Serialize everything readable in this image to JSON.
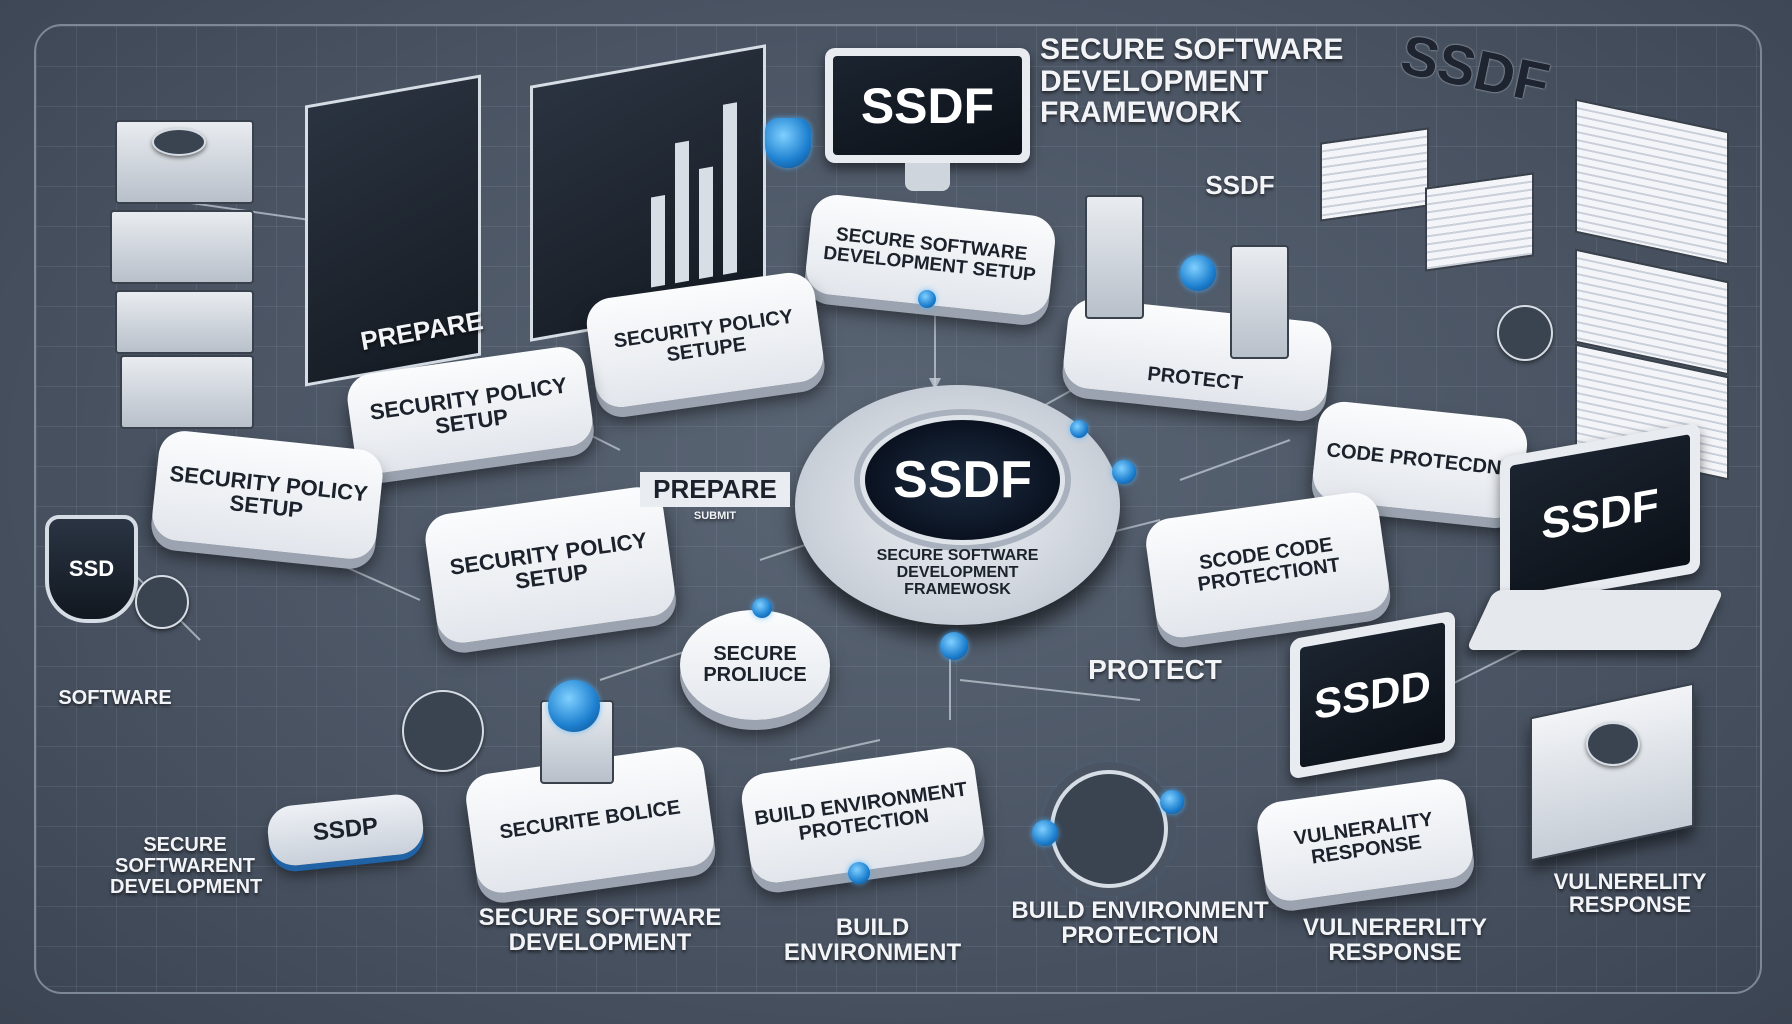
{
  "title": {
    "line1": "SECURE SOFTWARE",
    "line2": "DEVELOPMENT",
    "line3": "FRAMEWORK"
  },
  "top_right_label": "SSDF",
  "monitor_top": "SSDF",
  "hub": {
    "label": "SSDF",
    "caption": "SECURE SOFTWARE DEVELOPMENT FRAMEWOSK"
  },
  "ssdf_float": "SSDF",
  "laptop_screen": "SSDF",
  "monitor_bottom": "SSDD",
  "shield_badge": "SSD",
  "ssdp_tag": "SSDP",
  "cards": {
    "top_setup": "SECURE SOFTWARE DEVELOPMENT SETUP",
    "policy_a": "SECURITY POLICY SETUPE",
    "policy_b": "SECURITY POLICY SETUP",
    "policy_c": "SECURITY POLICY SETUP",
    "policy_d": "SECURITY POLICY SETUP",
    "protect_top": "PROTECT",
    "code_protect_a": "CODE PROTECDNT",
    "code_protect_b": "SCODE CODE PROTECTIONT",
    "secure_produce": "SECURE PROLIUCE",
    "securite_bolice": "SECURITE BOLICE",
    "build_env": "BUILD ENVIRONMENT PROTECTION",
    "vuln_card": "VULNERALITY RESPONSE"
  },
  "labels": {
    "prepare_left": "PREPARE",
    "prepare_center": "PREPARE",
    "prepare_center_sub": "SUBMIT",
    "protect_mid": "PROTECT",
    "secure_software_left": "SOFTWARE",
    "secure_dev_left": "SECURE SOFTWARENT DEVELOPMENT",
    "ssd_bottom": "SECURE SOFTWARE DEVELOPMENT",
    "build_env_bottom": "BUILD ENVIRONMENT",
    "build_env_protect": "BUILD ENVIRONMENT PROTECTION",
    "vuln_bottom": "VULNERERLITY RESPONSE",
    "vuln_right": "VULNERELITY RESPONSE"
  },
  "colors": {
    "accent": "#2a8fe0",
    "card": "#f4f6f9",
    "background": "#4a5463"
  }
}
